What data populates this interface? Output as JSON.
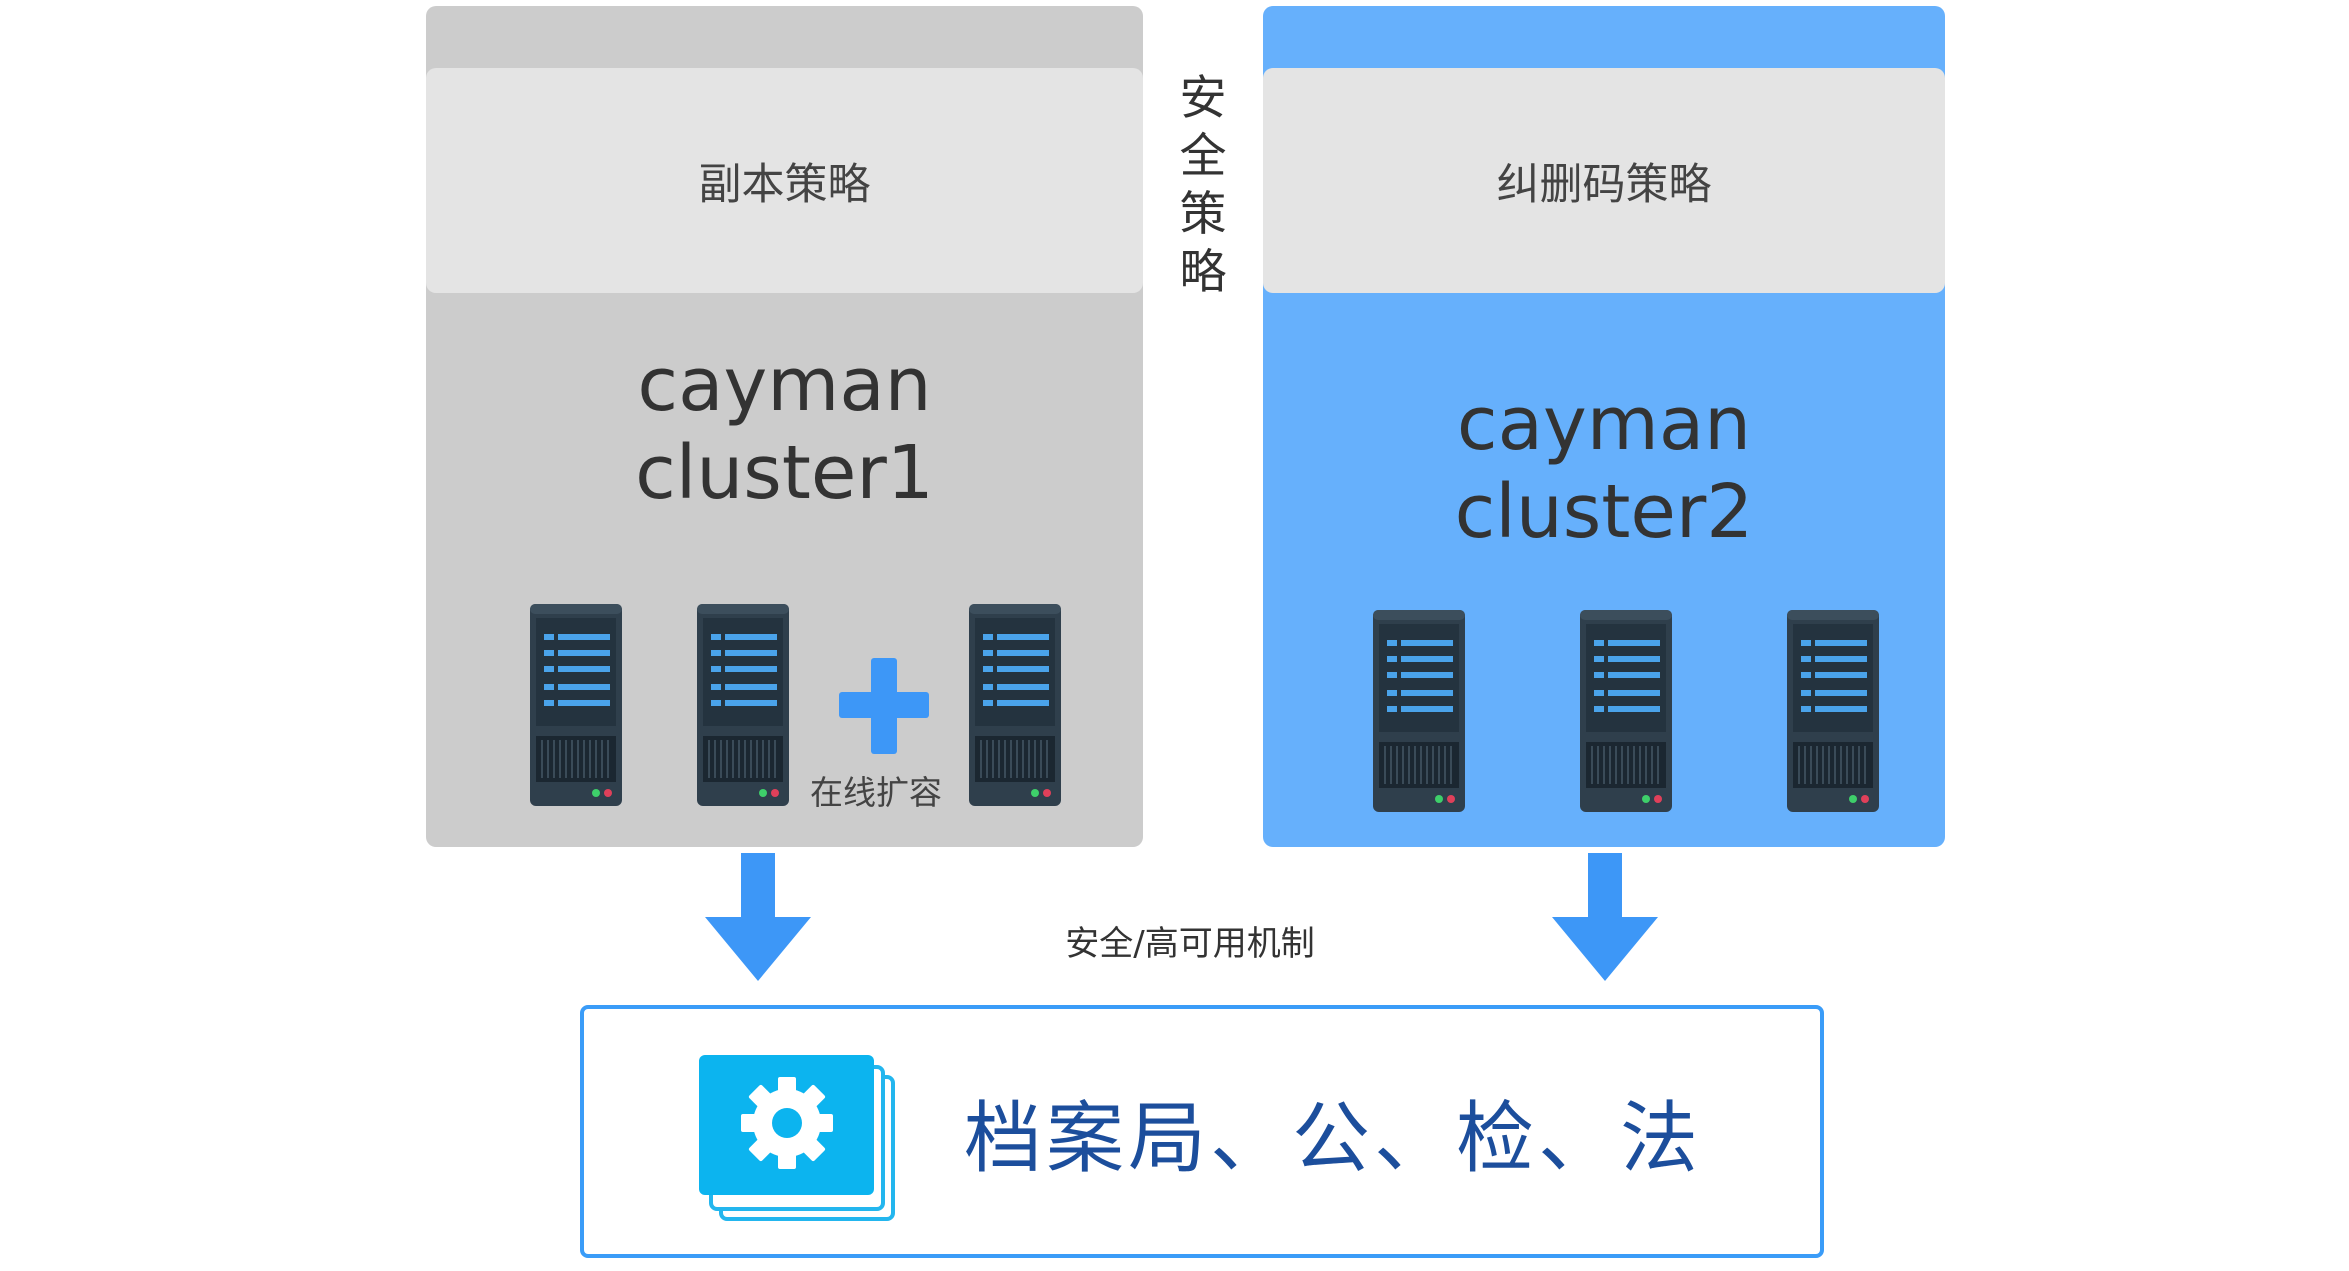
{
  "center_label": "安全策略",
  "mechanism_label": "安全/高可用机制",
  "left_cluster": {
    "strategy": "副本策略",
    "title_line1": "cayman",
    "title_line2": "cluster1",
    "expand_label": "在线扩容",
    "server_count": 3,
    "color": "#cccccc"
  },
  "right_cluster": {
    "strategy": "纠删码策略",
    "title_line1": "cayman",
    "title_line2": "cluster2",
    "server_count": 3,
    "color": "#66b0fc"
  },
  "target": {
    "label": "档案局、公、检、法",
    "icon": "gear-icon",
    "accent_color": "#3a9cf8"
  },
  "icons": {
    "server": "server-rack-icon",
    "plus": "plus-icon",
    "arrow": "arrow-down-icon"
  }
}
